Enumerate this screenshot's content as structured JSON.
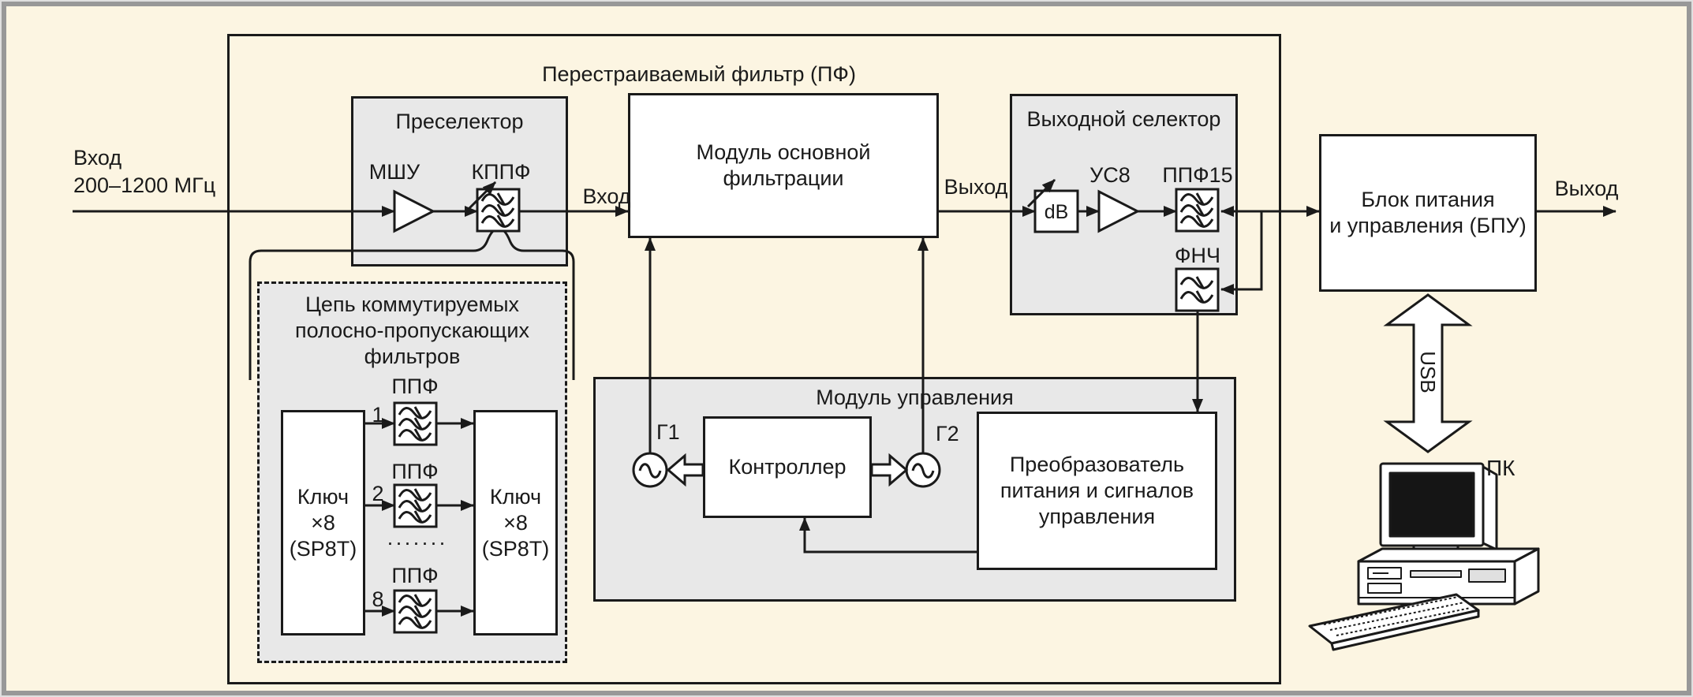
{
  "colors": {
    "background": "#fcf5e2",
    "panel_grey": "#e8e8e8",
    "line_black": "#1a1a1a",
    "box_white": "#ffffff",
    "frame_border": "#989898",
    "pc_screen": "#151515"
  },
  "input": {
    "title": "Вход",
    "range": "200–1200 МГц"
  },
  "pf": {
    "title": "Перестраиваемый фильтр (ПФ)"
  },
  "preselector": {
    "title": "Преселектор",
    "lna": "МШУ",
    "kppf": "КППФ"
  },
  "main_module": {
    "line1": "Модуль основной",
    "line2": "фильтрации",
    "in_label": "Вход",
    "out_label": "Выход"
  },
  "selector": {
    "title": "Выходной селектор",
    "attenuator": "dB",
    "amp": "УС8",
    "bpf": "ППФ15",
    "lpf": "ФНЧ"
  },
  "bpu": {
    "line1": "Блок питания",
    "line2": "и управления (БПУ)",
    "out_label": "Выход",
    "usb": "USB"
  },
  "pc": {
    "label": "ПК"
  },
  "chain": {
    "title1": "Цепь коммутируемых",
    "title2": "полосно-пропускающих",
    "title3": "фильтров",
    "switch": {
      "line1": "Ключ",
      "line2": "×8",
      "line3": "(SP8T)"
    },
    "filters": [
      {
        "num": "1",
        "label": "ППФ"
      },
      {
        "num": "2",
        "label": "ППФ"
      },
      {
        "num": "8",
        "label": "ППФ"
      }
    ],
    "ellipsis": "·······"
  },
  "control": {
    "title": "Модуль управления",
    "controller": "Контроллер",
    "g1": "Г1",
    "g2": "Г2",
    "converter": {
      "line1": "Преобразователь",
      "line2": "питания и сигналов",
      "line3": "управления"
    }
  }
}
